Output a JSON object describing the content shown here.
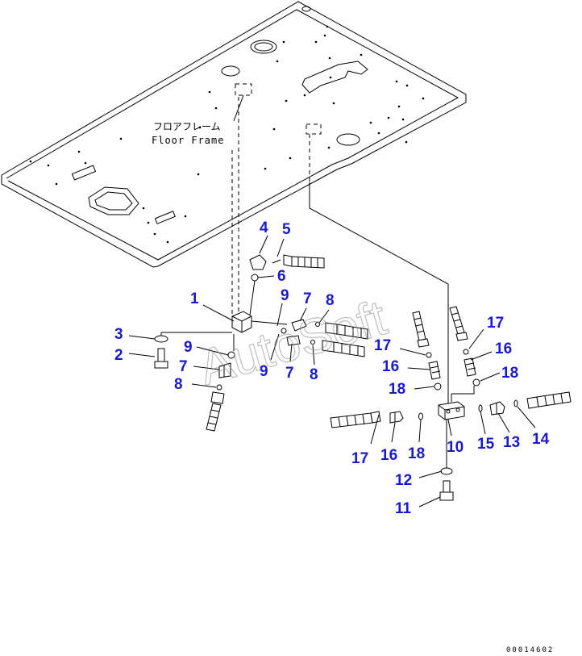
{
  "frame": {
    "label_jp": "フロアフレーム",
    "label_en": "Floor Frame"
  },
  "watermark": "AutoSoft",
  "drawing_code": "00014602",
  "callouts": [
    {
      "id": "c1",
      "label": "1"
    },
    {
      "id": "c2",
      "label": "2"
    },
    {
      "id": "c3",
      "label": "3"
    },
    {
      "id": "c4",
      "label": "4"
    },
    {
      "id": "c5",
      "label": "5"
    },
    {
      "id": "c6",
      "label": "6"
    },
    {
      "id": "c7a",
      "label": "7"
    },
    {
      "id": "c7b",
      "label": "7"
    },
    {
      "id": "c7c",
      "label": "7"
    },
    {
      "id": "c8a",
      "label": "8"
    },
    {
      "id": "c8b",
      "label": "8"
    },
    {
      "id": "c8c",
      "label": "8"
    },
    {
      "id": "c9a",
      "label": "9"
    },
    {
      "id": "c9b",
      "label": "9"
    },
    {
      "id": "c9c",
      "label": "9"
    },
    {
      "id": "c10",
      "label": "10"
    },
    {
      "id": "c11",
      "label": "11"
    },
    {
      "id": "c12",
      "label": "12"
    },
    {
      "id": "c13",
      "label": "13"
    },
    {
      "id": "c14",
      "label": "14"
    },
    {
      "id": "c15",
      "label": "15"
    },
    {
      "id": "c16a",
      "label": "16"
    },
    {
      "id": "c16b",
      "label": "16"
    },
    {
      "id": "c16c",
      "label": "16"
    },
    {
      "id": "c17a",
      "label": "17"
    },
    {
      "id": "c17b",
      "label": "17"
    },
    {
      "id": "c17c",
      "label": "17"
    },
    {
      "id": "c18a",
      "label": "18"
    },
    {
      "id": "c18b",
      "label": "18"
    },
    {
      "id": "c18c",
      "label": "18"
    }
  ]
}
